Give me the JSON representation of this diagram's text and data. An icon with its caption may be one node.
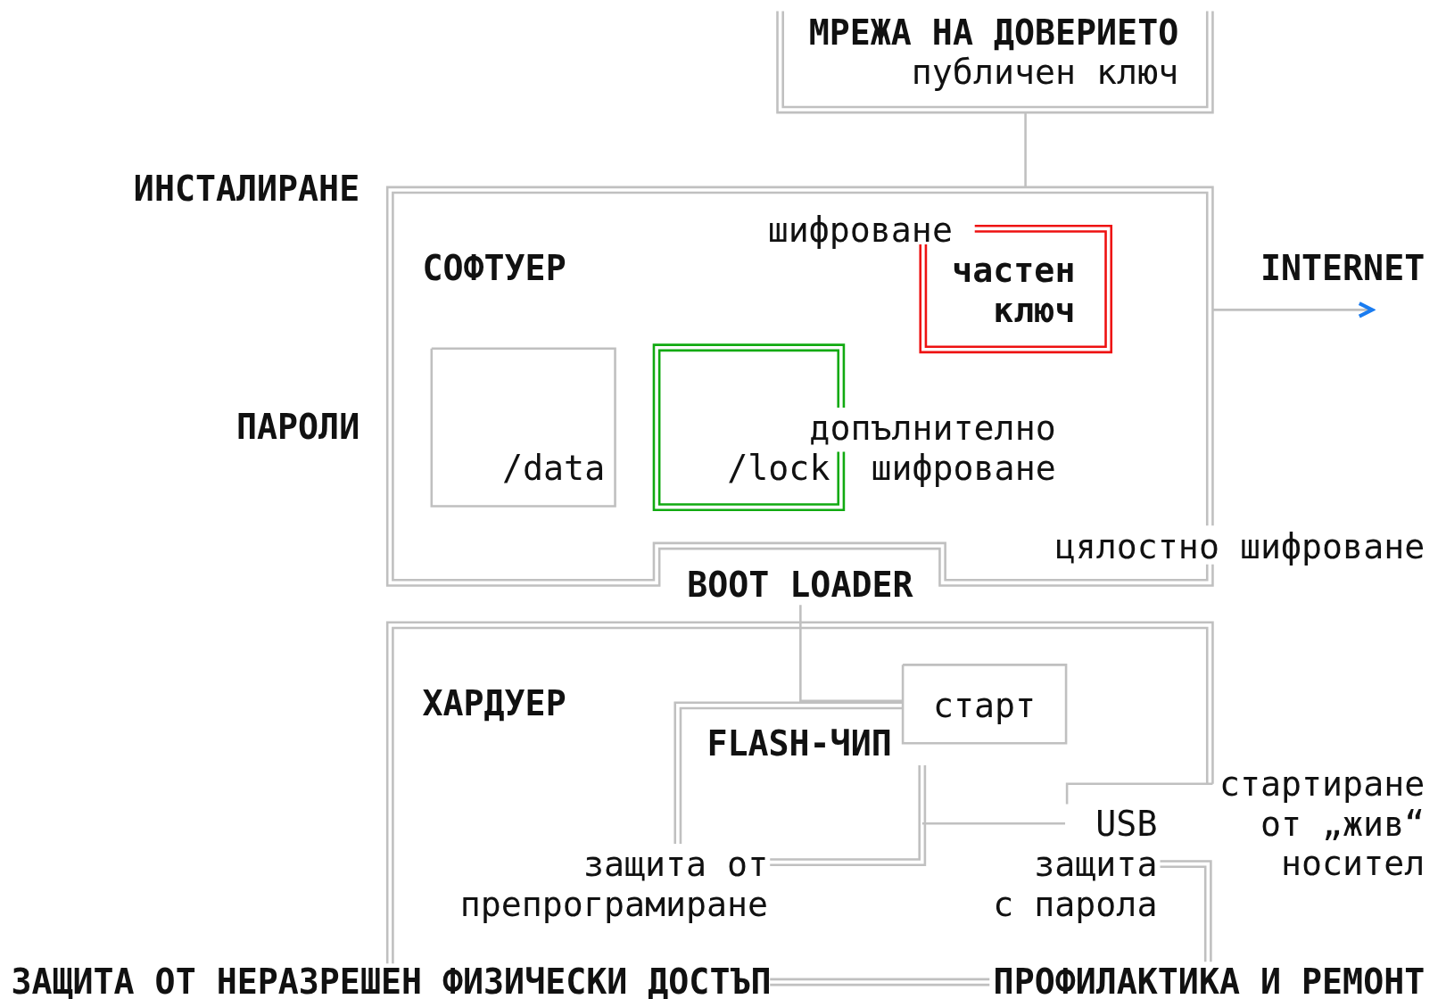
{
  "diagram": {
    "nodes": [
      {
        "text": [
          "МРЕЖА НА ДОВЕРИЕТО",
          "публичен ключ"
        ]
      },
      {
        "text": [
          "СОФТУЕР"
        ],
        "beside": [
          "цялостно шифроване"
        ]
      },
      {
        "text": [
          "частен ключ"
        ],
        "in": 1,
        "beside": [
          "шифроване"
        ]
      },
      {
        "text": [
          "/data"
        ],
        "in": 1
      },
      {
        "text": [
          "/lock"
        ],
        "in": 1,
        "beside": [
          "допълнително шифроване"
        ]
      },
      {
        "text": [
          "BOOT LOADER"
        ]
      },
      {
        "text": [
          "ХАРДУЕР"
        ],
        "beside": [
          "стартиране от „жив“ носител"
        ]
      },
      {
        "text": [
          "старт"
        ],
        "in": 6
      },
      {
        "text": [
          "FLASH-ЧИП"
        ],
        "in": 6
      },
      {
        "text": [
          "защита от препрограмиране"
        ],
        "in": 6
      },
      {
        "text": [
          "USB"
        ],
        "in": 6
      },
      {
        "text": [
          "защита с парола"
        ],
        "in": 6
      },
      {
        "text": [
          "ЗАЩИТА ОТ НЕРАЗРЕШЕН ФИЗИЧЕСКИ ДОСТЪП"
        ]
      },
      {
        "text": [
          "ПРОФИЛАКТИКА И РЕМОНТ"
        ]
      },
      {
        "text": [
          "INTERNET"
        ]
      }
    ],
    "edges": [
      {
        "from": 0,
        "to": 1,
        "arrow": "none"
      },
      {
        "from": 1,
        "to": 14,
        "arrow": "to"
      },
      {
        "from": 5,
        "to": 7,
        "arrow": "none"
      },
      {
        "from": 7,
        "to": 9,
        "arrow": "none"
      },
      {
        "from": 8,
        "to": 9,
        "arrow": "none"
      },
      {
        "from": 8,
        "to": 10,
        "arrow": "none"
      },
      {
        "from": 10,
        "to": 6,
        "arrow": "none"
      },
      {
        "from": 11,
        "to": 13,
        "arrow": "none"
      },
      {
        "from": 12,
        "to": 13,
        "arrow": "none"
      }
    ],
    "labels": [
      "ИНСТАЛИРАНЕ",
      "ПАРОЛИ"
    ]
  }
}
